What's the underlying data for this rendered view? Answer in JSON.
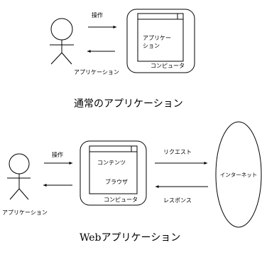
{
  "diagram1": {
    "label_operation": "操作",
    "label_user": "アプリケーション",
    "label_window_1": "アプリケー",
    "label_window_2": "ション",
    "label_computer": "コンピュータ",
    "caption": "通常のアプリケーション"
  },
  "diagram2": {
    "label_operation": "操作",
    "label_user": "アプリケーション",
    "label_contents": "コンテンツ",
    "label_browser": "ブラウザ",
    "label_computer": "コンピュータ",
    "label_request": "リクエスト",
    "label_response": "レスポンス",
    "label_internet": "インターネット",
    "caption_web": "Web",
    "caption_rest": "アプリケーション"
  }
}
